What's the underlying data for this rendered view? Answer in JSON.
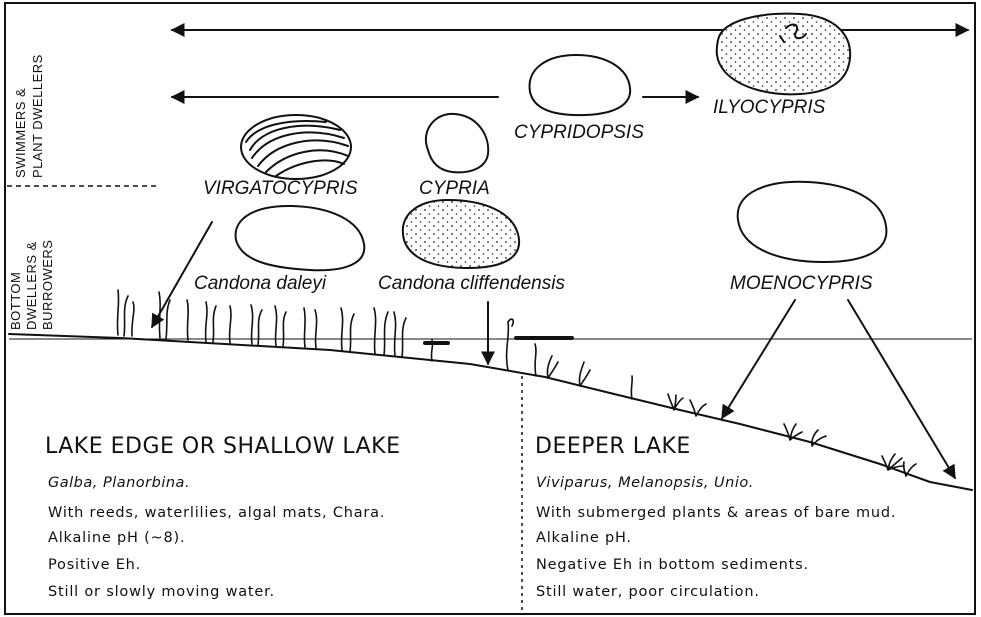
{
  "side_labels": {
    "top_line1": "SWIMMERS &",
    "top_line2": "PLANT DWELLERS",
    "mid_line1": "BOTTOM",
    "mid_line2": "DWELLERS &",
    "mid_line3": "BURROWERS"
  },
  "taxa": {
    "ilyocypris": "ILYOCYPRIS",
    "cypridopsis": "CYPRIDOPSIS",
    "virgatocypris": "VIRGATOCYPRIS",
    "cypria": "CYPRIA",
    "candona_daleyi": "Candona daleyi",
    "candona_cliffendensis": "Candona cliffendensis",
    "moenocypris": "MOENOCYPRIS"
  },
  "shallow": {
    "heading": "LAKE EDGE OR SHALLOW LAKE",
    "fauna": "Galba, Planorbina.",
    "lines": [
      "With reeds, waterlilies, algal mats, Chara.",
      "Alkaline pH (~8).",
      "Positive Eh.",
      "Still or slowly moving water."
    ]
  },
  "deep": {
    "heading": "DEEPER LAKE",
    "fauna": "Viviparus, Melanopsis, Unio.",
    "lines": [
      "With submerged plants & areas of bare mud.",
      "Alkaline pH.",
      "Negative Eh in bottom sediments.",
      "Still water, poor circulation."
    ]
  }
}
